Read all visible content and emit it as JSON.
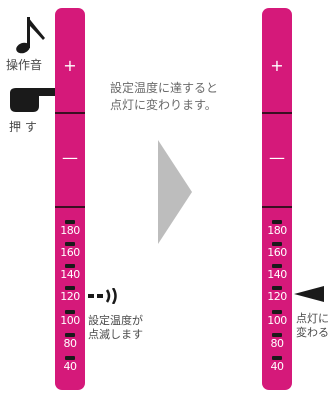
{
  "left_panel": {
    "plus": "+",
    "minus": "—",
    "temps": [
      "180",
      "160",
      "140",
      "120",
      "100",
      "80",
      "40"
    ]
  },
  "right_panel": {
    "plus": "+",
    "minus": "—",
    "temps": [
      "180",
      "160",
      "140",
      "120",
      "100",
      "80",
      "40"
    ]
  },
  "labels": {
    "operation_sound": "操作音",
    "press": "押 す",
    "main_line1": "設定温度に達すると",
    "main_line2": "点灯に変わります。",
    "blink_line1": "設定温度が",
    "blink_line2": "点滅します",
    "lit_line1": "点灯に",
    "lit_line2": "変わる"
  },
  "colors": {
    "panel": "#d5197a",
    "arrow": "#bdbdbd",
    "icon": "#1a1a1a"
  },
  "icons": [
    "music-note-icon",
    "pointing-hand-icon",
    "sound-waves-icon",
    "arrow-right-icon",
    "indicator-arrow-icon"
  ]
}
